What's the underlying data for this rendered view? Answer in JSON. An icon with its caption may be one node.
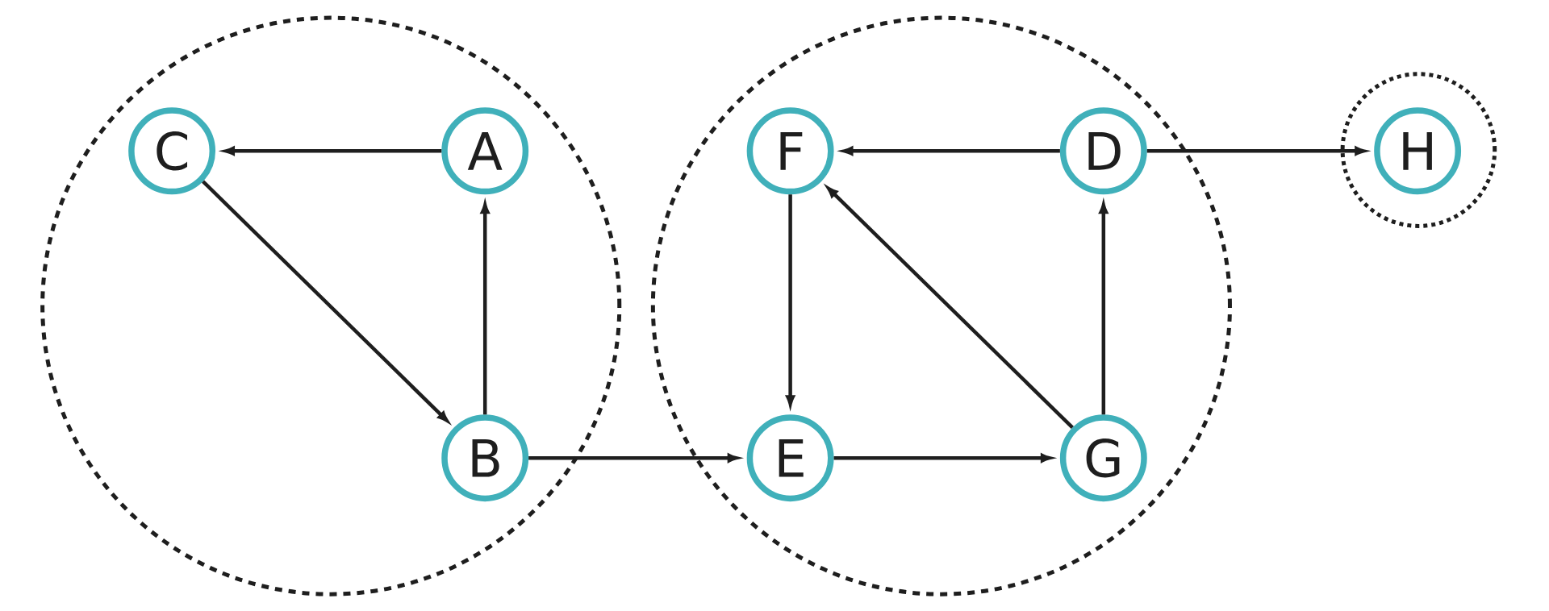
{
  "diagram": {
    "nodes": [
      {
        "text": [],
        "shape": "circle"
      },
      {
        "text": [
          "C"
        ],
        "in": 0
      },
      {
        "text": [
          "A"
        ],
        "in": 0
      },
      {
        "text": [
          "B"
        ],
        "in": 0
      },
      {
        "text": [],
        "shape": "circle"
      },
      {
        "text": [
          "F"
        ],
        "in": 4
      },
      {
        "text": [
          "D"
        ],
        "in": 4
      },
      {
        "text": [
          "E"
        ],
        "in": 4
      },
      {
        "text": [
          "G"
        ],
        "in": 4
      },
      {
        "text": [],
        "shape": "circle"
      },
      {
        "text": [
          "H"
        ],
        "in": 9
      }
    ],
    "edges": [
      {
        "from": 2,
        "to": 1,
        "arrow": "to"
      },
      {
        "from": 1,
        "to": 3,
        "arrow": "to"
      },
      {
        "from": 3,
        "to": 2,
        "arrow": "to"
      },
      {
        "from": 3,
        "to": 7,
        "arrow": "to"
      },
      {
        "from": 5,
        "to": 7,
        "arrow": "to"
      },
      {
        "from": 7,
        "to": 8,
        "arrow": "to"
      },
      {
        "from": 8,
        "to": 5,
        "arrow": "to"
      },
      {
        "from": 8,
        "to": 6,
        "arrow": "to"
      },
      {
        "from": 6,
        "to": 5,
        "arrow": "to"
      },
      {
        "from": 6,
        "to": 10,
        "arrow": "to"
      }
    ]
  }
}
